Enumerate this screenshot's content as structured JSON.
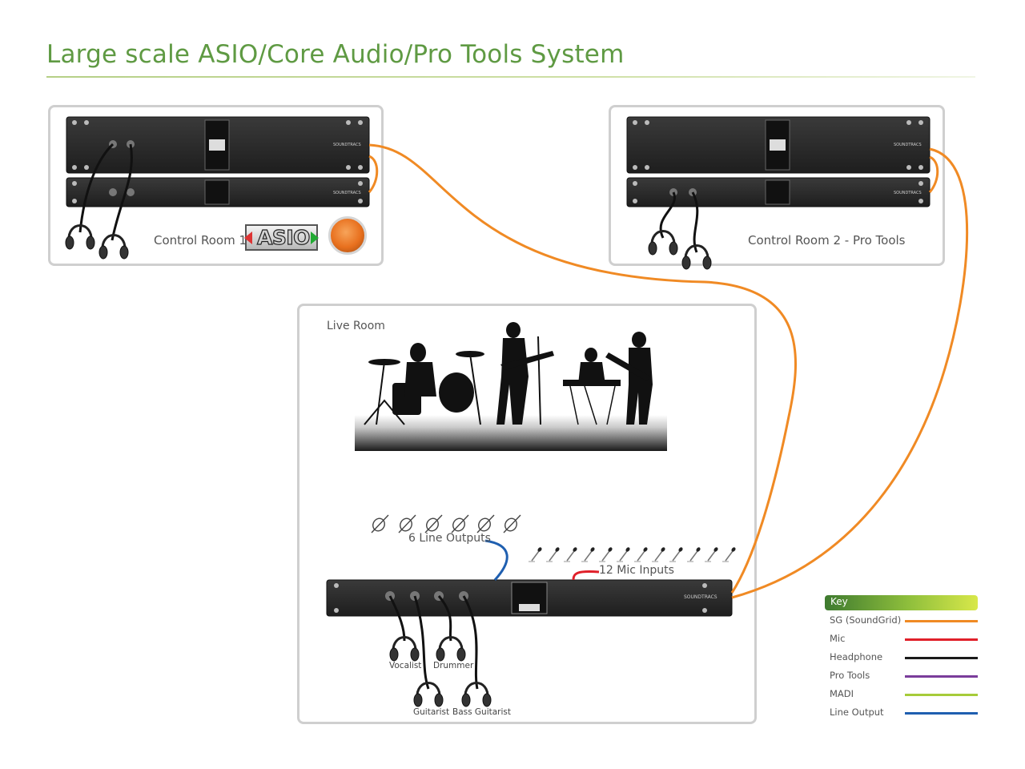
{
  "title": "Large scale ASIO/Core Audio/Pro Tools System",
  "rooms": {
    "control_room_1": "Control Room 1",
    "control_room_2": "Control Room 2 - Pro Tools",
    "live_room": "Live Room"
  },
  "logos": {
    "asio": "ASIO",
    "brand": "SOUNDTRACS"
  },
  "live": {
    "line_outputs": "6 Line Outputs",
    "mic_inputs": "12 Mic Inputs",
    "headphones": [
      "Vocalist",
      "Drummer",
      "Guitarist",
      "Bass Guitarist"
    ]
  },
  "key": {
    "heading": "Key",
    "items": [
      {
        "label": "SG (SoundGrid)",
        "color": "#f08a24"
      },
      {
        "label": "Mic",
        "color": "#e0202a"
      },
      {
        "label": "Headphone",
        "color": "#1a1a1a"
      },
      {
        "label": "Pro Tools",
        "color": "#7a3d9b"
      },
      {
        "label": "MADI",
        "color": "#a6cc3a"
      },
      {
        "label": "Line Output",
        "color": "#1f5fb0"
      }
    ]
  }
}
